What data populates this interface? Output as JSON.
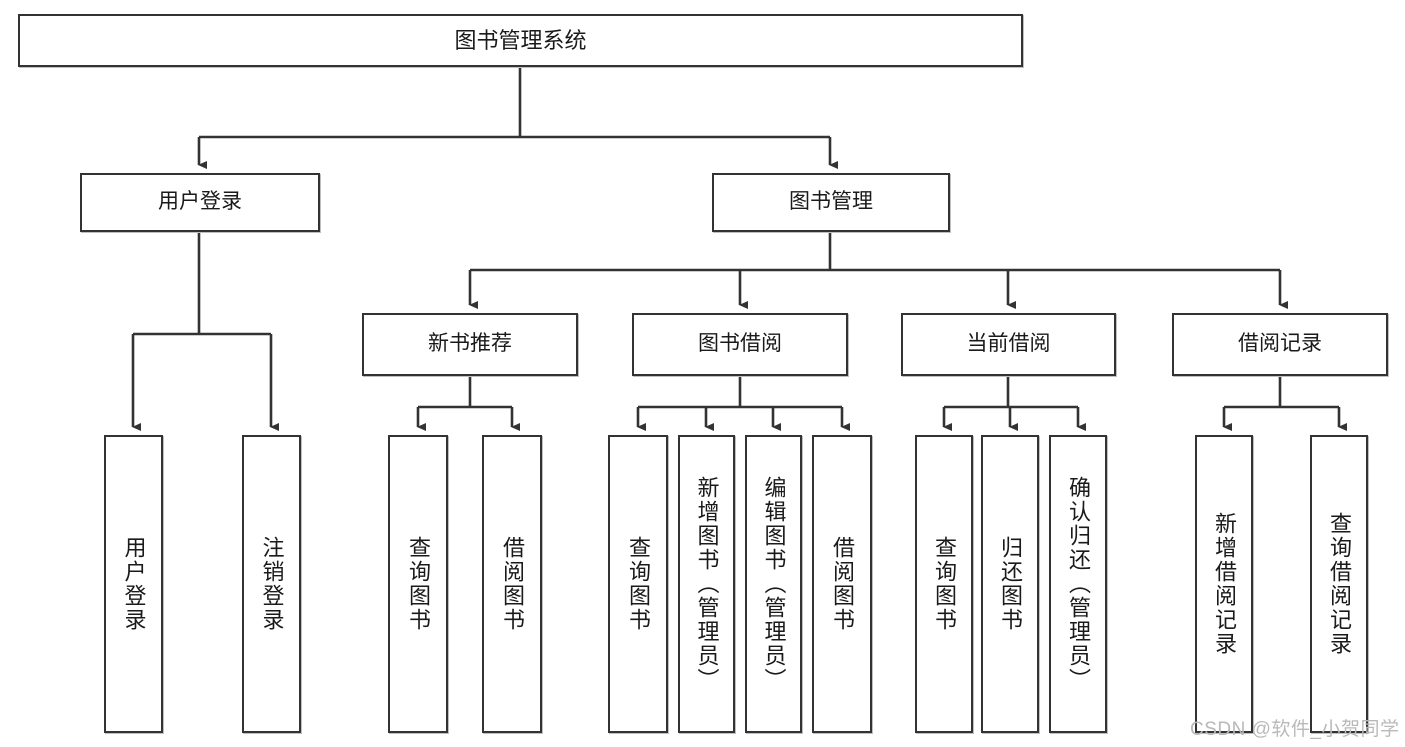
{
  "diagram": {
    "type": "tree",
    "title": "图书管理系统",
    "root": {
      "id": "root",
      "label": "图书管理系统",
      "orientation": "horizontal"
    },
    "level1": [
      {
        "id": "user-login",
        "label": "用户登录",
        "orientation": "horizontal"
      },
      {
        "id": "book-manage",
        "label": "图书管理",
        "orientation": "horizontal"
      }
    ],
    "level2": [
      {
        "id": "new-book-rec",
        "label": "新书推荐",
        "parent": "book-manage",
        "orientation": "horizontal"
      },
      {
        "id": "book-borrow",
        "label": "图书借阅",
        "parent": "book-manage",
        "orientation": "horizontal"
      },
      {
        "id": "current-borrow",
        "label": "当前借阅",
        "parent": "book-manage",
        "orientation": "horizontal"
      },
      {
        "id": "borrow-record",
        "label": "借阅记录",
        "parent": "book-manage",
        "orientation": "horizontal"
      }
    ],
    "leaves": [
      {
        "id": "leaf-user-login",
        "label": "用户登录",
        "parent": "user-login",
        "orientation": "vertical"
      },
      {
        "id": "leaf-logout",
        "label": "注销登录",
        "parent": "user-login",
        "orientation": "vertical"
      },
      {
        "id": "leaf-query-book-1",
        "label": "查询图书",
        "parent": "new-book-rec",
        "orientation": "vertical"
      },
      {
        "id": "leaf-borrow-book-1",
        "label": "借阅图书",
        "parent": "new-book-rec",
        "orientation": "vertical"
      },
      {
        "id": "leaf-query-book-2",
        "label": "查询图书",
        "parent": "book-borrow",
        "orientation": "vertical"
      },
      {
        "id": "leaf-add-book",
        "label": "新增图书（管理员）",
        "parent": "book-borrow",
        "orientation": "vertical"
      },
      {
        "id": "leaf-edit-book",
        "label": "编辑图书（管理员）",
        "parent": "book-borrow",
        "orientation": "vertical"
      },
      {
        "id": "leaf-borrow-book-2",
        "label": "借阅图书",
        "parent": "book-borrow",
        "orientation": "vertical"
      },
      {
        "id": "leaf-query-book-3",
        "label": "查询图书",
        "parent": "current-borrow",
        "orientation": "vertical"
      },
      {
        "id": "leaf-return-book",
        "label": "归还图书",
        "parent": "current-borrow",
        "orientation": "vertical"
      },
      {
        "id": "leaf-confirm-return",
        "label": "确认归还（管理员）",
        "parent": "current-borrow",
        "orientation": "vertical"
      },
      {
        "id": "leaf-add-record",
        "label": "新增借阅记录",
        "parent": "borrow-record",
        "orientation": "vertical"
      },
      {
        "id": "leaf-query-record",
        "label": "查询借阅记录",
        "parent": "borrow-record",
        "orientation": "vertical"
      }
    ]
  },
  "watermark": {
    "text": "CSDN @软件_小贺同学",
    "color": "#b9b9b9"
  },
  "style": {
    "line_color": "#333333",
    "box_border_color": "#333333",
    "box_fill": "#ffffff",
    "text_color": "#1a1a1a",
    "background": "#ffffff"
  }
}
